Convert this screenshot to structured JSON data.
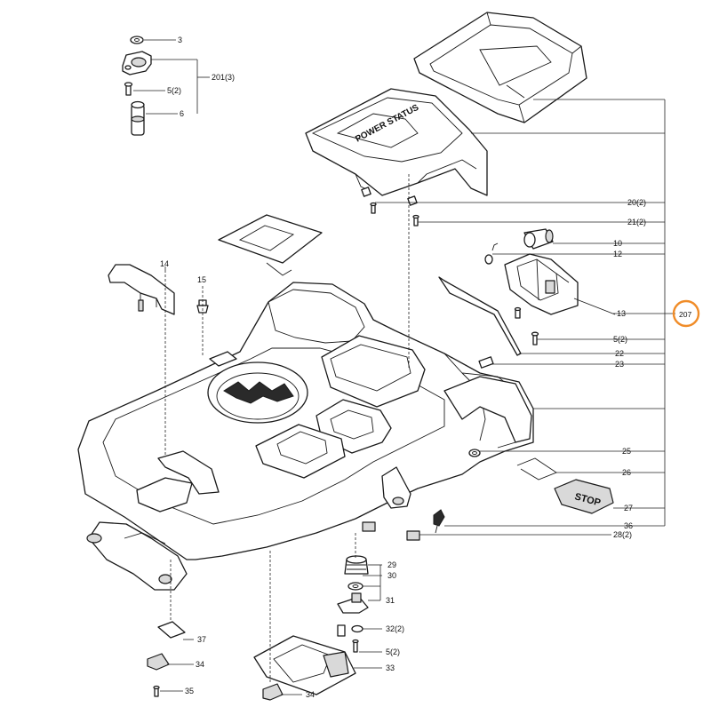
{
  "diagram": {
    "highlight_color": "#f08c28",
    "callouts": [
      {
        "id": "c3",
        "label": "3"
      },
      {
        "id": "c201",
        "label": "201(3)"
      },
      {
        "id": "c5a",
        "label": "5(2)"
      },
      {
        "id": "c6",
        "label": "6"
      },
      {
        "id": "c20",
        "label": "20(2)"
      },
      {
        "id": "c21",
        "label": "21(2)"
      },
      {
        "id": "c10",
        "label": "10"
      },
      {
        "id": "c12",
        "label": "12"
      },
      {
        "id": "c14",
        "label": "14"
      },
      {
        "id": "c15",
        "label": "15"
      },
      {
        "id": "c13",
        "label": "13"
      },
      {
        "id": "c207",
        "label": "207"
      },
      {
        "id": "c5b",
        "label": "5(2)"
      },
      {
        "id": "c22",
        "label": "22"
      },
      {
        "id": "c23",
        "label": "23"
      },
      {
        "id": "c25",
        "label": "25"
      },
      {
        "id": "c26",
        "label": "26"
      },
      {
        "id": "c27",
        "label": "27"
      },
      {
        "id": "c36",
        "label": "36"
      },
      {
        "id": "c28",
        "label": "28(2)"
      },
      {
        "id": "c29",
        "label": "29"
      },
      {
        "id": "c30",
        "label": "30"
      },
      {
        "id": "c31",
        "label": "31"
      },
      {
        "id": "c32",
        "label": "32(2)"
      },
      {
        "id": "c5c",
        "label": "5(2)"
      },
      {
        "id": "c33",
        "label": "33"
      },
      {
        "id": "c34a",
        "label": "34"
      },
      {
        "id": "c37",
        "label": "37"
      },
      {
        "id": "c34b",
        "label": "34"
      },
      {
        "id": "c35",
        "label": "35"
      }
    ],
    "embossed_text": {
      "cover_logo": "POWER STATUS",
      "stop_button": "STOP"
    }
  }
}
